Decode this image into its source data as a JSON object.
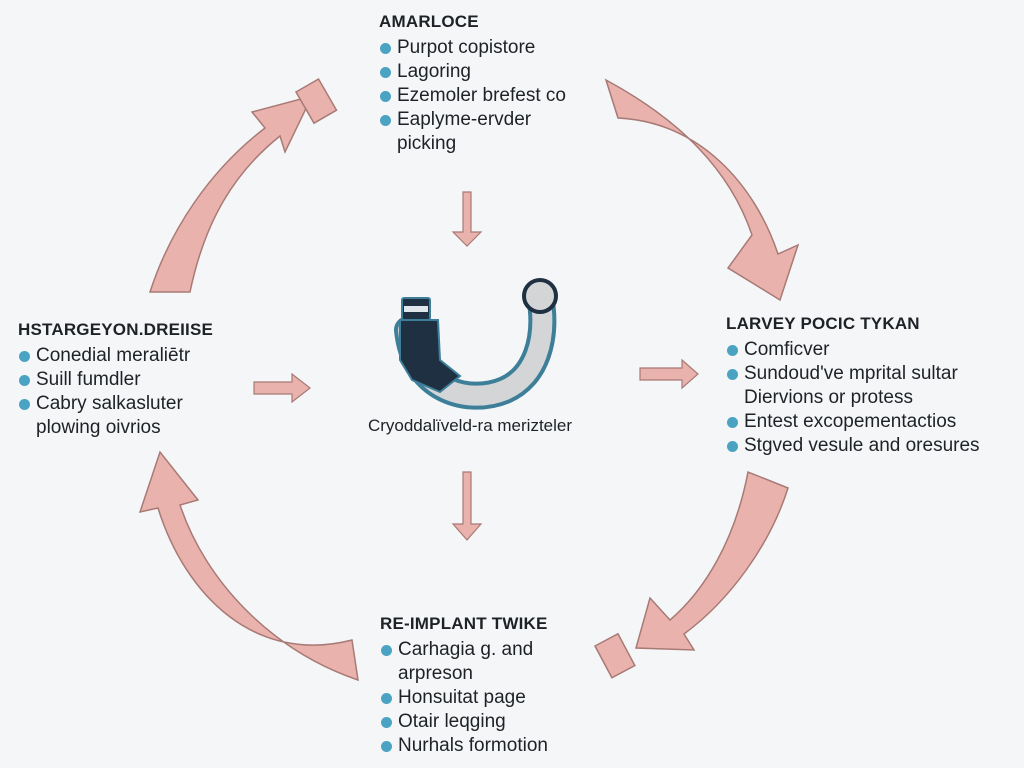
{
  "colors": {
    "arrow_fill": "#e9b2ac",
    "arrow_stroke": "#a87a76",
    "bullet": "#4aa3c2",
    "device_dark": "#1f3042",
    "device_outline": "#3d7f99",
    "device_light": "#d4d5d7"
  },
  "icons": {
    "center": "cryo-device-icon",
    "bullet": "bullet-dot-icon"
  },
  "center": {
    "label": "Cryoddalïveld-ra merizteler"
  },
  "top": {
    "title": "AMARLOCE",
    "items": [
      {
        "text": "Purpot copistore",
        "cont": ""
      },
      {
        "text": "Lagoring",
        "cont": ""
      },
      {
        "text": "Ezemoler brefest co",
        "cont": ""
      },
      {
        "text": "Eaplyme-ervder",
        "cont": "picking"
      }
    ]
  },
  "left": {
    "title": "HSTARGEYON.DREIISE",
    "items": [
      {
        "text": "Conedial meraliētr",
        "cont": ""
      },
      {
        "text": "Suill fumdler",
        "cont": ""
      },
      {
        "text": "Cabry salkasluter",
        "cont": "plowing oivrios"
      }
    ]
  },
  "right": {
    "title": "LARVEY POCIC TYKAN",
    "items": [
      {
        "text": "Comficver",
        "cont": ""
      },
      {
        "text": "Sundoud've mprital sultar",
        "cont": "Diervions or protess"
      },
      {
        "text": "Entest excopementactios",
        "cont": ""
      },
      {
        "text": "Stgved vesule and oresures",
        "cont": ""
      }
    ]
  },
  "bottom": {
    "title": "RE-IMPLANT TWIKE",
    "items": [
      {
        "text": "Carhagia g. and",
        "cont": "arpreson"
      },
      {
        "text": "Honsuitat page",
        "cont": ""
      },
      {
        "text": "Otair leqging",
        "cont": ""
      },
      {
        "text": "Nurhals formotion",
        "cont": ""
      }
    ]
  }
}
